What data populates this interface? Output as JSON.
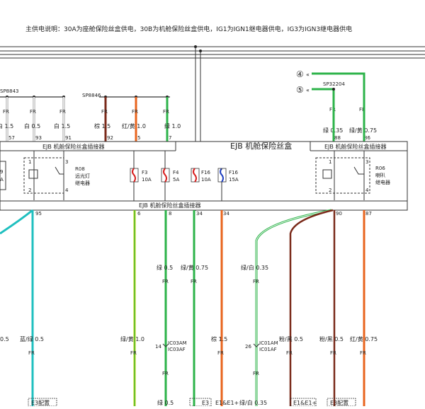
{
  "note": "主供电说明：30A为座舱保险丝盒供电，30B为机舱保险丝盒供电，IG1为IGN1继电器供电，IG3为IGN3继电器供电",
  "colors": {
    "green": "#2db34a",
    "yellow": "#c8d400",
    "orange": "#e8641e",
    "cyan": "#1fbfbf",
    "brown": "#7a2a1a",
    "pink": "#e6a0a0",
    "red": "#d82020",
    "blue": "#2040c0"
  },
  "splices": {
    "sp8843": "SP8843",
    "sp8846": "SP8846",
    "sp32204": "SP32204"
  },
  "conn_top_left": "EJB 机舱保险丝盒插接器",
  "conn_top_right": "EJB 机舱保险丝盒插接器",
  "box_title": "EJB 机舱保险丝盒",
  "conn_bottom": "EJB 机舱保险丝盒插接器",
  "fr": "FR",
  "arrows": {
    "a4": "④",
    "a5": "⑤"
  },
  "top_wires": [
    {
      "label": "白 1.5",
      "pin": "57"
    },
    {
      "label": "白 0.5",
      "pin": "93"
    },
    {
      "label": "白 1.5",
      "pin": "91"
    },
    {
      "label": "棕 1.5",
      "pin": "92"
    },
    {
      "label": "红/黄 1.0",
      "pin": "5"
    },
    {
      "label": "绿 1.0",
      "pin": "7"
    },
    {
      "label": "绿 0.35",
      "pin": "88"
    },
    {
      "label": "绿/黄 0.75",
      "pin": "86"
    }
  ],
  "relays": {
    "r08": {
      "name": "R08",
      "desc1": "远光灯",
      "desc2": "继电器"
    },
    "r06": {
      "name": "R06",
      "desc1": "喇叭",
      "desc2": "继电器"
    },
    "left_partial": {
      "a": "9",
      "b": "A"
    }
  },
  "relay_pins": {
    "p1": "1",
    "p2": "2",
    "p3": "3",
    "p4": "4"
  },
  "fuses": [
    {
      "name": "F3",
      "rating": "10A"
    },
    {
      "name": "F4",
      "rating": "5A"
    },
    {
      "name": "F16",
      "rating": "10A"
    },
    {
      "name": "F16",
      "rating": "15A"
    }
  ],
  "bottom_pins": {
    "p95": "95",
    "p6": "6",
    "p8": "8",
    "p34a": "34",
    "p34b": "34",
    "p90": "90",
    "p87": "87"
  },
  "mid_wires": {
    "w1": "绿 0.5",
    "w2": "绿/黄 0.75",
    "w3": "绿/白 0.35"
  },
  "lower_wires": {
    "l1": "0.5",
    "l2": "蓝/绿 0.5",
    "l3": "绿/黄 1.0",
    "l4": "棕 1.5",
    "l5": "粉/黑 0.5",
    "l6": "粉/黑 0.5",
    "l7": "红/黄 0.75"
  },
  "ic_conns": {
    "c1": {
      "pin": "14",
      "a": "IC03AM",
      "b": "IC03AF"
    },
    "c2": {
      "pin": "26",
      "a": "IC01AM",
      "b": "IC01AF"
    }
  },
  "bottom_text": {
    "b1": "E3配置",
    "b2": "绿 0.5",
    "b3": "E3",
    "b4": "E1&E1+",
    "b5": "绿/白 0.35",
    "b6": "E1&E1+",
    "b7": "E3配置"
  }
}
